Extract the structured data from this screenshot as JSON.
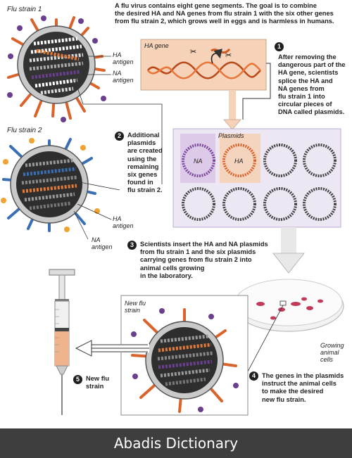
{
  "intro": [
    "A flu virus contains eight gene segments. The goal is to combine",
    "the desired HA and NA genes from flu strain 1 with the six other genes",
    "from flu strain 2, which grows well in eggs and is harmless in humans."
  ],
  "strain1": {
    "title": "Flu strain 1",
    "ha_label": [
      "HA",
      "antigen"
    ],
    "na_label": [
      "NA",
      "antigen"
    ]
  },
  "strain2": {
    "title": "Flu strain 2",
    "ha_label": [
      "HA",
      "antigen"
    ],
    "na_label": [
      "NA",
      "antigen"
    ]
  },
  "ha_gene_label": "HA gene",
  "plasmids_label": "Plasmids",
  "plasmid_na": "NA",
  "plasmid_ha": "HA",
  "steps": [
    {
      "num": "1",
      "lines": [
        "After removing the",
        "dangerous part of the",
        "HA gene, scientists",
        "splice the HA and",
        "NA genes from",
        "flu strain 1 into",
        "circular pieces of",
        "DNA called plasmids."
      ]
    },
    {
      "num": "2",
      "lines": [
        "Additional",
        "plasmids",
        "are created",
        "using the",
        "remaining",
        "six genes",
        "found in",
        "flu strain 2."
      ]
    },
    {
      "num": "3",
      "lines": [
        "Scientists insert the HA and NA plasmids",
        "from flu strain 1 and the six plasmids",
        "carrying genes from flu strain 2 into",
        "animal cells growing",
        "in the laboratory."
      ]
    },
    {
      "num": "4",
      "lines": [
        "The genes in the plasmids",
        "instruct the animal cells",
        "to make the desired",
        "new flu strain."
      ]
    },
    {
      "num": "5",
      "lines": [
        "New flu",
        "strain"
      ]
    }
  ],
  "new_flu_label": [
    "New flu",
    "strain"
  ],
  "growing_label": [
    "Growing",
    "animal cells"
  ],
  "footer": "Abadis Dictionary",
  "colors": {
    "orange": "#e0602a",
    "purple": "#6b3f8f",
    "blue": "#3a6fb5",
    "peach": "#f6d2b8",
    "lavender": "#ece7f3"
  }
}
